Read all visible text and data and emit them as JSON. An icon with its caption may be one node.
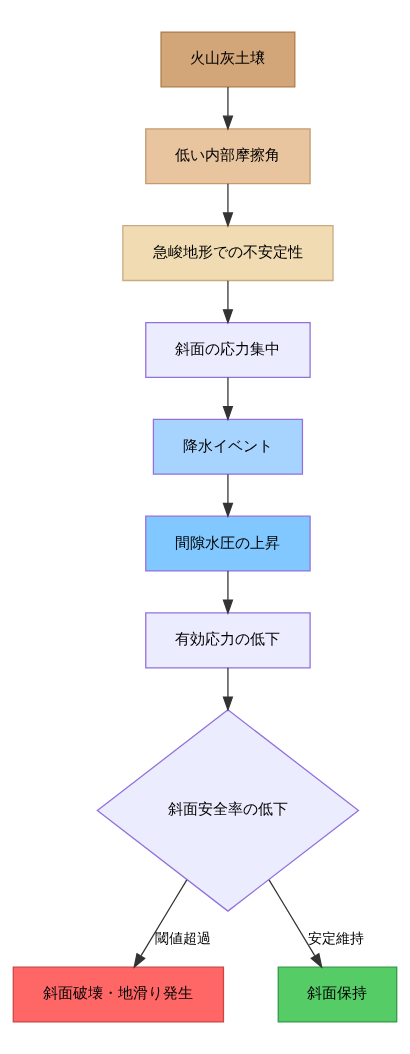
{
  "diagram": {
    "nodes": [
      {
        "text": [
          "火山灰土壌"
        ]
      },
      {
        "text": [
          "低い内部摩擦角"
        ]
      },
      {
        "text": [
          "急峻地形での不安定性"
        ]
      },
      {
        "text": [
          "斜面の応力集中"
        ]
      },
      {
        "text": [
          "降水イベント"
        ]
      },
      {
        "text": [
          "間隙水圧の上昇"
        ]
      },
      {
        "text": [
          "有効応力の低下"
        ]
      },
      {
        "text": [
          "斜面安全率の低下"
        ]
      },
      {
        "text": [
          "斜面破壊・地滑り発生"
        ]
      },
      {
        "text": [
          "斜面保持"
        ]
      }
    ],
    "edges": [
      {
        "from": 0,
        "to": 1,
        "arrow": "to"
      },
      {
        "from": 1,
        "to": 2,
        "arrow": "to"
      },
      {
        "from": 2,
        "to": 3,
        "arrow": "to"
      },
      {
        "from": 3,
        "to": 4,
        "arrow": "to"
      },
      {
        "from": 4,
        "to": 5,
        "arrow": "to"
      },
      {
        "from": 5,
        "to": 6,
        "arrow": "to"
      },
      {
        "from": 6,
        "to": 7,
        "arrow": "to"
      },
      {
        "from": 7,
        "to": 8,
        "arrow": "to",
        "label": "閾値超過"
      },
      {
        "from": 7,
        "to": 9,
        "arrow": "to",
        "label": "安定維持"
      }
    ]
  }
}
